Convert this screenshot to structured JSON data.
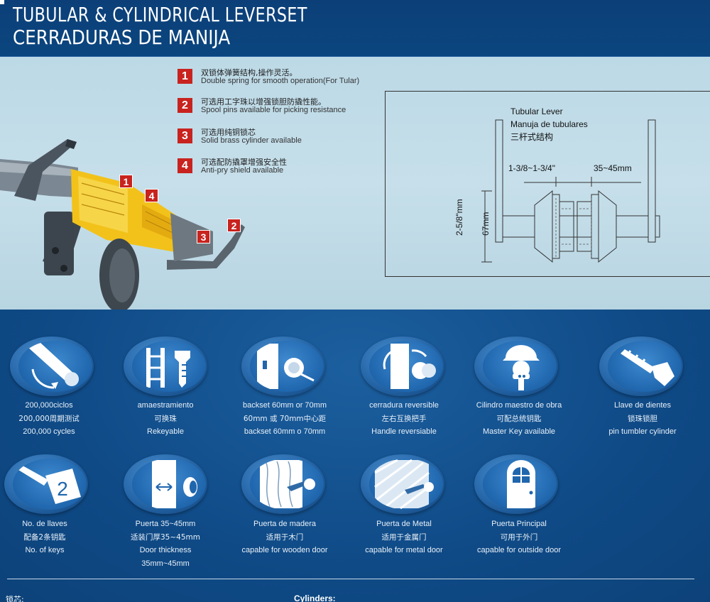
{
  "header": {
    "title_line1": "TUBULAR & CYLINDRICAL LEVERSET",
    "title_line2": "CERRADURAS DE MANIJA"
  },
  "features": [
    {
      "num": "1",
      "cn": "双锁体弹簧结构,操作灵活。",
      "en": "Double spring for smooth operation(For Tular)"
    },
    {
      "num": "2",
      "cn": "可选用工字珠以增强锁胆防撬性能。",
      "en": "Spool pins available for picking resistance"
    },
    {
      "num": "3",
      "cn": "可选用纯铜锁芯",
      "en": "Solid brass cylinder available"
    },
    {
      "num": "4",
      "cn": "可选配防撬罩增强安全性",
      "en": "Anti-pry shield available"
    }
  ],
  "callouts": [
    "1",
    "4",
    "3",
    "2"
  ],
  "diagram": {
    "title_en": "Tubular Lever",
    "title_es": "Manuja de tubulares",
    "title_cn": "三杆式结构",
    "dim_left": "1-3/8~1-3/4\"",
    "dim_right": "35~45mm",
    "dim_height_in": "2-5/8\"mm",
    "dim_height_mm": "67mm"
  },
  "icons_row1": [
    {
      "icon": "lever-rotation-icon",
      "lines": [
        "200,000ciclos",
        "200,000周期测试",
        "200,000 cycles"
      ]
    },
    {
      "icon": "rekey-pins-icon",
      "lines": [
        "amaestramiento",
        "可换珠",
        "Rekeyable"
      ]
    },
    {
      "icon": "backset-knob-icon",
      "lines": [
        "backset 60mm or 70mm",
        "60mm 或 70mm中心距",
        "backset 60mm o 70mm"
      ]
    },
    {
      "icon": "handle-reversible-icon",
      "lines": [
        "cerradura reversible",
        "左右互换把手",
        "Handle reversiable"
      ]
    },
    {
      "icon": "master-key-worker-icon",
      "lines": [
        "Cilindro maestro de obra",
        "可配总统钥匙",
        "Master Key available"
      ]
    },
    {
      "icon": "pin-tumbler-key-icon",
      "lines": [
        "Llave de dientes",
        "锁珠锁胆",
        "pin tumbler cylinder"
      ]
    }
  ],
  "icons_row2": [
    {
      "icon": "two-keys-icon",
      "number": "2",
      "lines": [
        "No. de llaves",
        "配备2条钥匙",
        "No. of keys"
      ]
    },
    {
      "icon": "door-thickness-icon",
      "lines": [
        "Puerta 35~45mm",
        "适装门厚35~45mm",
        "Door thickness",
        "35mm~45mm"
      ]
    },
    {
      "icon": "wooden-door-icon",
      "lines": [
        "Puerta de madera",
        "适用于木门",
        "capable for wooden door"
      ]
    },
    {
      "icon": "metal-door-icon",
      "lines": [
        "Puerta de Metal",
        "适用于金属门",
        "capable for metal door"
      ]
    },
    {
      "icon": "outside-door-icon",
      "lines": [
        "Puerta Principal",
        "可用于外门",
        "capable for outside door"
      ]
    }
  ],
  "footer": {
    "left": "锁芯:",
    "right": "Cylinders:"
  },
  "colors": {
    "navy": "#0f4a86",
    "panel": "#c6dfea",
    "badge_red": "#c8231e",
    "lock_yellow": "#f2c21b"
  }
}
